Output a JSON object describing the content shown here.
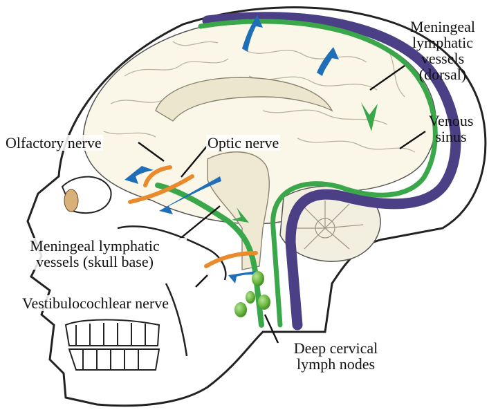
{
  "labels": {
    "meningeal_dorsal": [
      "Meningeal",
      "lymphatic",
      "vessels",
      "(dorsal)"
    ],
    "venous_sinus": [
      "Venous",
      "sinus"
    ],
    "olfactory_nerve": "Olfactory nerve",
    "optic_nerve": "Optic nerve",
    "meningeal_skull_base": [
      "Meningeal lymphatic",
      "vessels (skull base)"
    ],
    "vestibulocochlear_nerve": "Vestibulocochlear nerve",
    "deep_cervical": [
      "Deep cervical",
      "lymph nodes"
    ]
  },
  "colors": {
    "lymphatic_green": "#3aa84a",
    "venous_purple": "#4b3f86",
    "flow_arrow_blue": "#1f6fb8",
    "nerve_orange": "#e98a2c",
    "brain_fill": "#fbf7e8",
    "cerebellum_fill": "#f3efe0",
    "skull_outline": "#222222"
  }
}
